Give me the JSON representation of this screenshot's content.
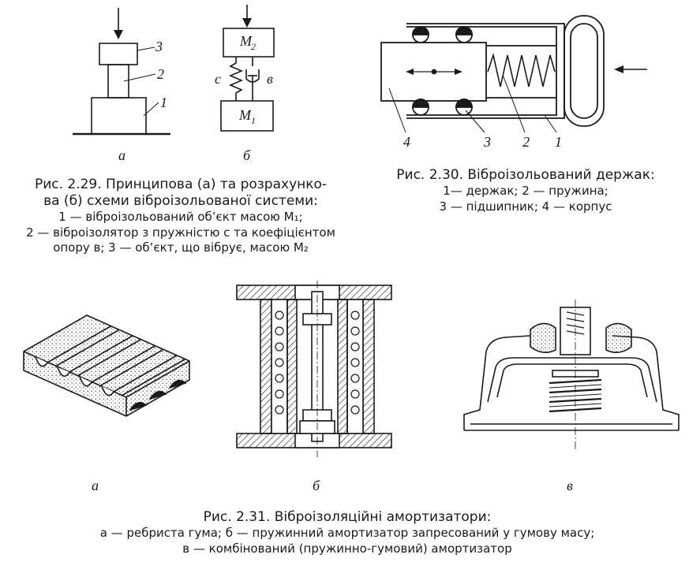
{
  "fig_2_29": {
    "labels": {
      "part3": "3",
      "part2": "2",
      "part1": "1",
      "m2": "M",
      "m2_sub": "2",
      "m1": "M",
      "m1_sub": "1",
      "c": "c",
      "v": "в"
    },
    "sub_a": "а",
    "sub_b": "б",
    "caption_line1": "Рис. 2.29. Принципова (а) та розрахунко-",
    "caption_line2": "ва (б) схеми віброізольованої системи:",
    "caption_line3": "1 — віброізольований об’єкт масою M₁;",
    "caption_line4": "2 — віброізолятор з пружністю c та коефіцієнтом",
    "caption_line5": "опору в; 3 — об’єкт, що вібрує, масою M₂"
  },
  "fig_2_30": {
    "labels": {
      "n4": "4",
      "n3": "3",
      "n2": "2",
      "n1": "1"
    },
    "caption_line1": "Рис. 2.30. Віброізольований держак:",
    "caption_line2": "1— держак; 2 — пружина;",
    "caption_line3": "3 — підшипник; 4 — корпус"
  },
  "fig_2_31": {
    "sub_a": "а",
    "sub_b": "б",
    "sub_v": "в",
    "caption_line1": "Рис. 2.31. Віброізоляційні амортизатори:",
    "caption_line2": "а — ребриста гума; б — пружинний амортизатор запресований у гумову масу;",
    "caption_line3": "в — комбінований (пружинно-гумовий) амортизатор"
  }
}
